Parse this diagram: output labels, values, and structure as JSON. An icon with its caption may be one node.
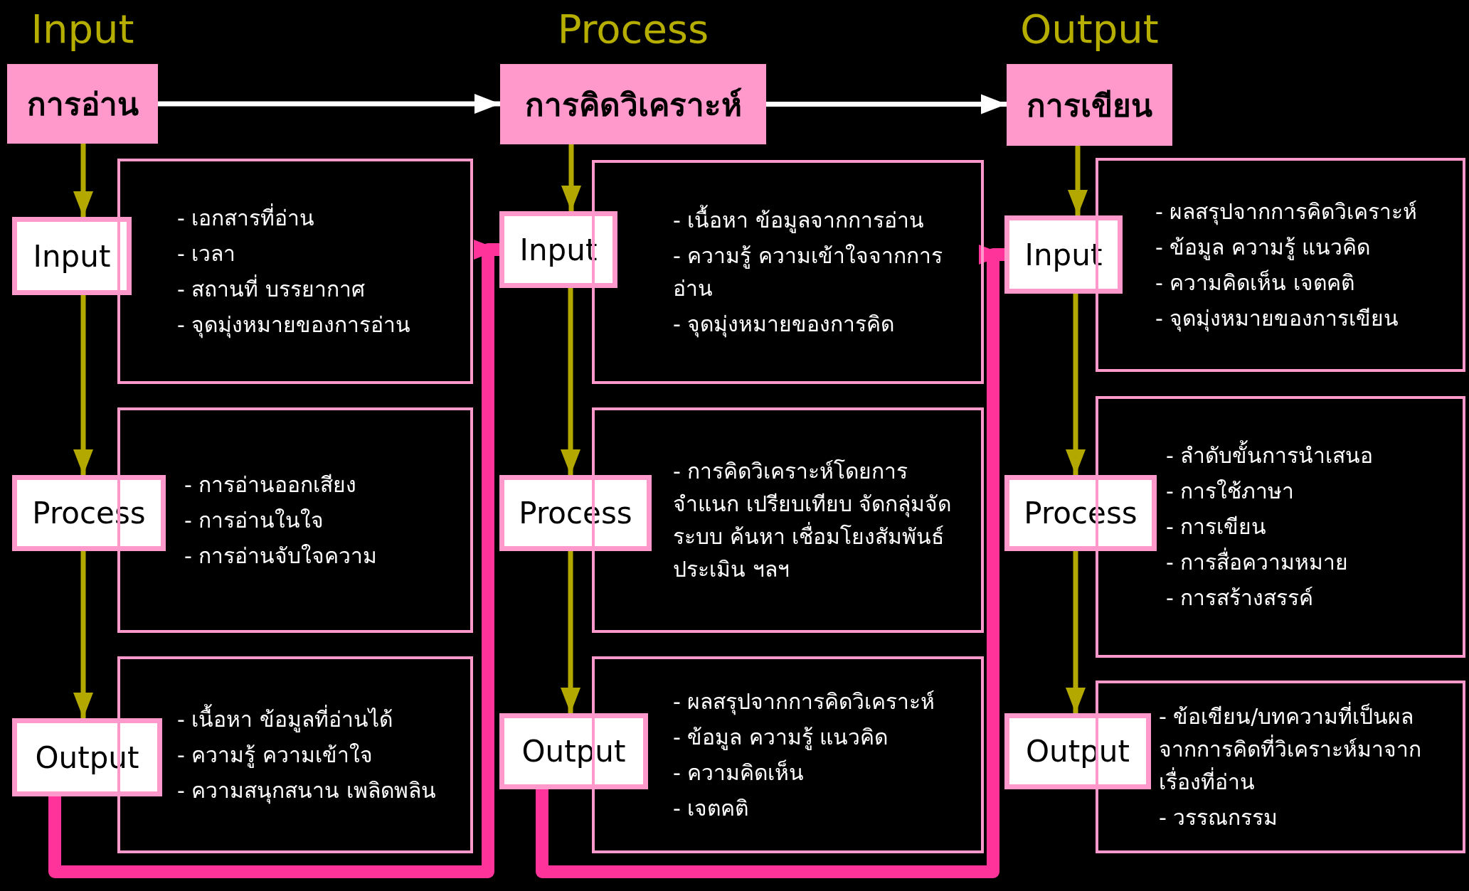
{
  "diagram": {
    "nodes": [
      {
        "text": [
          "Input",
          "การอ่าน"
        ]
      },
      {
        "text": [
          "Input"
        ]
      },
      {
        "text": [
          "- เอกสารที่อ่าน",
          "- เวลา",
          "- สถานที่ บรรยากาศ",
          "- จุดมุ่งหมายของการอ่าน"
        ]
      },
      {
        "text": [
          "Process"
        ]
      },
      {
        "text": [
          "- การอ่านออกเสียง",
          "- การอ่านในใจ",
          "- การอ่านจับใจความ"
        ]
      },
      {
        "text": [
          "Output"
        ]
      },
      {
        "text": [
          "- เนื้อหา ข้อมูลที่อ่านได้",
          "- ความรู้ ความเข้าใจ",
          "- ความสนุกสนาน เพลิดพลิน"
        ]
      },
      {
        "text": [
          "Process",
          "การคิดวิเคราะห์"
        ]
      },
      {
        "text": [
          "Input"
        ]
      },
      {
        "text": [
          "- เนื้อหา ข้อมูลจากการอ่าน",
          "- ความรู้ ความเข้าใจจากการอ่าน",
          "- จุดมุ่งหมายของการคิด"
        ]
      },
      {
        "text": [
          "Process"
        ]
      },
      {
        "text": [
          "- การคิดวิเคราะห์โดยการจำแนก เปรียบเทียบ จัดกลุ่มจัดระบบ ค้นหา เชื่อมโยงสัมพันธ์ ประเมิน ฯลฯ"
        ]
      },
      {
        "text": [
          "Output"
        ]
      },
      {
        "text": [
          "- ผลสรุปจากการคิดวิเคราะห์",
          "- ข้อมูล ความรู้ แนวคิด",
          "- ความคิดเห็น",
          "- เจตคติ"
        ]
      },
      {
        "text": [
          "Output",
          "การเขียน"
        ]
      },
      {
        "text": [
          "Input"
        ]
      },
      {
        "text": [
          "- ผลสรุปจากการคิดวิเคราะห์",
          "- ข้อมูล ความรู้ แนวคิด",
          "- ความคิดเห็น เจตคติ",
          "- จุดมุ่งหมายของการเขียน"
        ]
      },
      {
        "text": [
          "Process"
        ]
      },
      {
        "text": [
          "- ลำดับขั้นการนำเสนอ",
          "- การใช้ภาษา",
          "- การเขียน",
          "- การสื่อความหมาย",
          "- การสร้างสรรค์"
        ]
      },
      {
        "text": [
          "Output"
        ]
      },
      {
        "text": [
          "- ข้อเขียน/บทความที่เป็นผลจากการคิดที่วิเคราะห์มาจากเรื่องที่อ่าน",
          "- วรรณกรรม"
        ]
      }
    ],
    "edges": [
      {
        "from": 0,
        "to": 7,
        "arrow": "to",
        "color": "#ffffff"
      },
      {
        "from": 7,
        "to": 14,
        "arrow": "to",
        "color": "#ffffff"
      },
      {
        "from": 0,
        "to": 1,
        "arrow": "to"
      },
      {
        "from": 1,
        "to": 3,
        "arrow": "to"
      },
      {
        "from": 3,
        "to": 5,
        "arrow": "to"
      },
      {
        "from": 5,
        "to": 8,
        "arrow": "to",
        "style": "thick",
        "color": "#ff3399"
      },
      {
        "from": 7,
        "to": 8,
        "arrow": "to"
      },
      {
        "from": 8,
        "to": 10,
        "arrow": "to"
      },
      {
        "from": 10,
        "to": 12,
        "arrow": "to"
      },
      {
        "from": 12,
        "to": 15,
        "arrow": "to",
        "style": "thick",
        "color": "#ff3399"
      },
      {
        "from": 14,
        "to": 15,
        "arrow": "to"
      },
      {
        "from": 15,
        "to": 17,
        "arrow": "to"
      },
      {
        "from": 17,
        "to": 19,
        "arrow": "to"
      }
    ]
  }
}
